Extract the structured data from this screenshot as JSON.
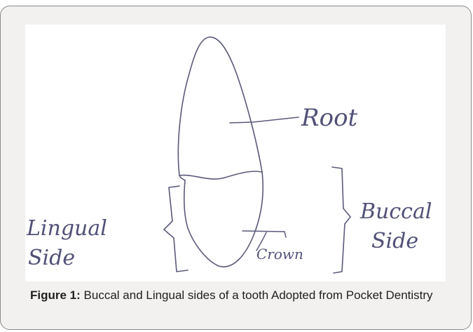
{
  "diagram": {
    "labels": {
      "root": "Root",
      "crown": "Crown",
      "buccal_line1": "Buccal",
      "buccal_line2": "Side",
      "lingual_line1": "Lingual",
      "lingual_line2": "Side"
    }
  },
  "caption": {
    "lead": "Figure 1:",
    "text": "Buccal and Lingual sides of a tooth Adopted from Pocket Dentistry"
  },
  "colors": {
    "frame_border": "#8a8a8a",
    "frame_background": "#f2f1ef",
    "drawing_background": "#ffffff",
    "pencil_lines": "#5a5a7a"
  }
}
